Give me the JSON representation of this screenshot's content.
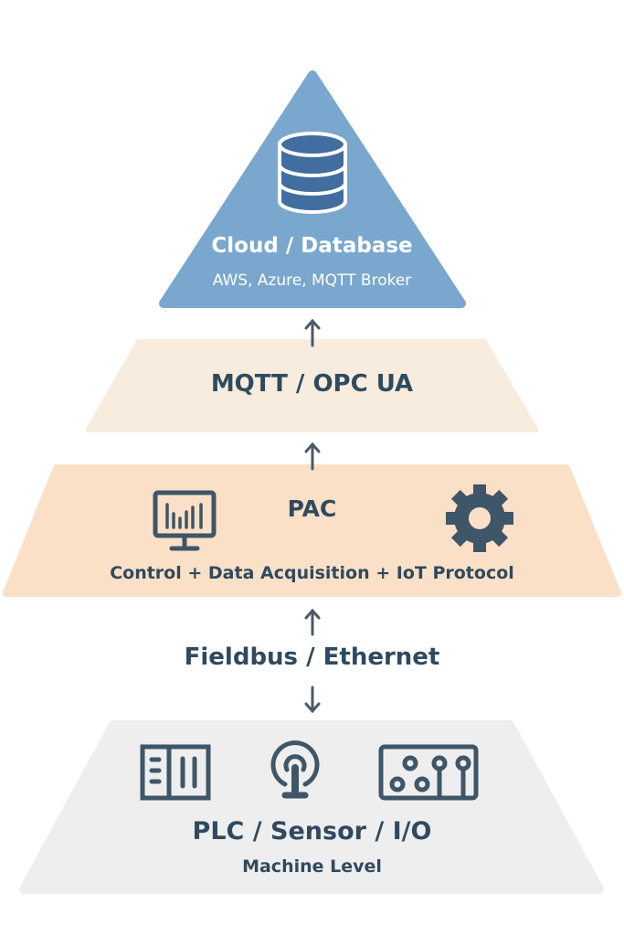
{
  "cloud": {
    "title": "Cloud / Database",
    "subtitle": "AWS, Azure, MQTT Broker",
    "icon": "database-icon"
  },
  "protocol_layer": {
    "title": "MQTT / OPC UA"
  },
  "pac_layer": {
    "title": "PAC",
    "subtitle": "Control + Data Acquisition + IoT Protocol",
    "icons": [
      "monitor-chart-icon",
      "gear-icon"
    ]
  },
  "connection": {
    "label": "Fieldbus / Ethernet"
  },
  "machine_layer": {
    "title": "PLC / Sensor / I/O",
    "subtitle": "Machine Level",
    "icons": [
      "plc-icon",
      "sensor-icon",
      "io-board-icon"
    ]
  },
  "colors": {
    "cloud": "#7aa7cd",
    "database": "#416e9f",
    "protocol": "#f7ecdd",
    "pac": "#fbe0c8",
    "machine": "#eeeeee",
    "ink": "#34505f"
  }
}
